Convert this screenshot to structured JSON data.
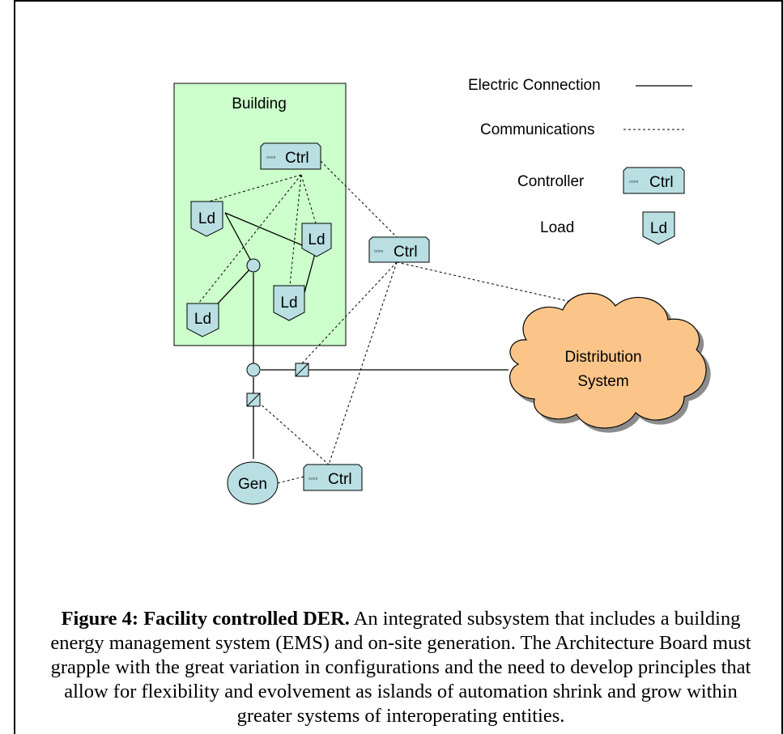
{
  "diagram": {
    "building_label": "Building",
    "controller_label": "Ctrl",
    "controller_dots": "▫▫▫▫",
    "load_label": "Ld",
    "generator_label": "Gen",
    "distribution_line1": "Distribution",
    "distribution_line2": "System"
  },
  "legend": {
    "electric": "Electric Connection",
    "communications": "Communications",
    "controller": "Controller",
    "load": "Load"
  },
  "caption": {
    "lead": "Figure 4:  Facility controlled DER.",
    "body": " An integrated subsystem that includes a building energy management system (EMS) and on-site generation. The Architecture Board must grapple with the great variation in configurations and the need to develop principles that allow for flexibility and evolvement as islands of automation shrink and grow within greater systems of interoperating entities."
  },
  "colors": {
    "building_fill": "#ccffcc",
    "device_fill": "#b9dfe3",
    "cloud_fill": "#fbc58a"
  }
}
